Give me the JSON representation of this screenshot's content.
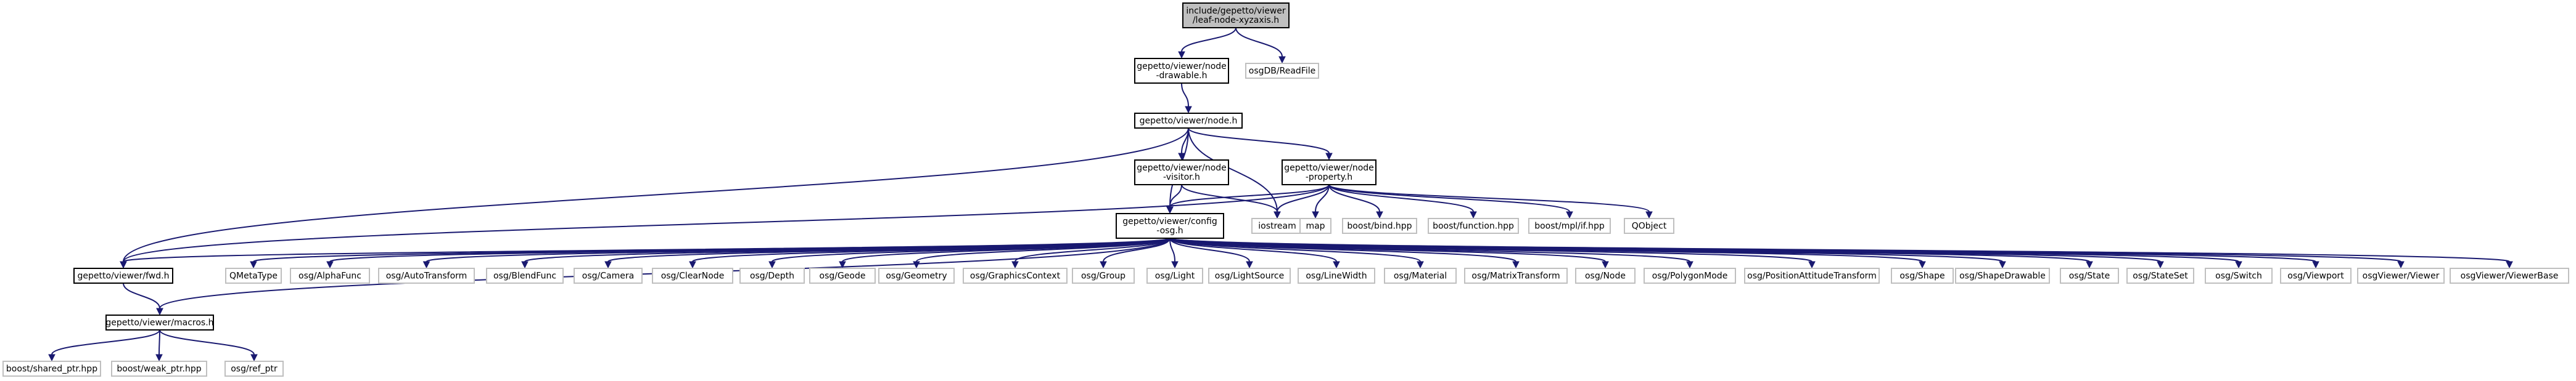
{
  "colors": {
    "edge": "#191970",
    "root_fill": "#bfbfbf",
    "root_stroke": "#000000",
    "doc_stroke": "#000000",
    "external_stroke": "#bfbfbf"
  },
  "nodes": [
    {
      "id": "root",
      "lines": [
        "include/gepetto/viewer",
        "/leaf-node-xyzaxis.h"
      ],
      "kind": "root"
    },
    {
      "id": "drawable",
      "lines": [
        "gepetto/viewer/node",
        "-drawable.h"
      ],
      "kind": "doc"
    },
    {
      "id": "osgdb",
      "lines": [
        "osgDB/ReadFile"
      ],
      "kind": "external"
    },
    {
      "id": "node",
      "lines": [
        "gepetto/viewer/node.h"
      ],
      "kind": "doc"
    },
    {
      "id": "visitor",
      "lines": [
        "gepetto/viewer/node",
        "-visitor.h"
      ],
      "kind": "doc"
    },
    {
      "id": "property",
      "lines": [
        "gepetto/viewer/node",
        "-property.h"
      ],
      "kind": "doc"
    },
    {
      "id": "config",
      "lines": [
        "gepetto/viewer/config",
        "-osg.h"
      ],
      "kind": "doc"
    },
    {
      "id": "iostream",
      "lines": [
        "iostream"
      ],
      "kind": "external"
    },
    {
      "id": "map",
      "lines": [
        "map"
      ],
      "kind": "external"
    },
    {
      "id": "bbind",
      "lines": [
        "boost/bind.hpp"
      ],
      "kind": "external"
    },
    {
      "id": "bfunction",
      "lines": [
        "boost/function.hpp"
      ],
      "kind": "external"
    },
    {
      "id": "bmpl",
      "lines": [
        "boost/mpl/if.hpp"
      ],
      "kind": "external"
    },
    {
      "id": "qobject",
      "lines": [
        "QObject"
      ],
      "kind": "external"
    },
    {
      "id": "fwd",
      "lines": [
        "gepetto/viewer/fwd.h"
      ],
      "kind": "doc"
    },
    {
      "id": "qmeta",
      "lines": [
        "QMetaType"
      ],
      "kind": "external"
    },
    {
      "id": "alpha",
      "lines": [
        "osg/AlphaFunc"
      ],
      "kind": "external"
    },
    {
      "id": "autot",
      "lines": [
        "osg/AutoTransform"
      ],
      "kind": "external"
    },
    {
      "id": "blend",
      "lines": [
        "osg/BlendFunc"
      ],
      "kind": "external"
    },
    {
      "id": "camera",
      "lines": [
        "osg/Camera"
      ],
      "kind": "external"
    },
    {
      "id": "clear",
      "lines": [
        "osg/ClearNode"
      ],
      "kind": "external"
    },
    {
      "id": "depth",
      "lines": [
        "osg/Depth"
      ],
      "kind": "external"
    },
    {
      "id": "geode",
      "lines": [
        "osg/Geode"
      ],
      "kind": "external"
    },
    {
      "id": "geometry",
      "lines": [
        "osg/Geometry"
      ],
      "kind": "external"
    },
    {
      "id": "gctx",
      "lines": [
        "osg/GraphicsContext"
      ],
      "kind": "external"
    },
    {
      "id": "group",
      "lines": [
        "osg/Group"
      ],
      "kind": "external"
    },
    {
      "id": "light",
      "lines": [
        "osg/Light"
      ],
      "kind": "external"
    },
    {
      "id": "lsrc",
      "lines": [
        "osg/LightSource"
      ],
      "kind": "external"
    },
    {
      "id": "lwidth",
      "lines": [
        "osg/LineWidth"
      ],
      "kind": "external"
    },
    {
      "id": "material",
      "lines": [
        "osg/Material"
      ],
      "kind": "external"
    },
    {
      "id": "mtrans",
      "lines": [
        "osg/MatrixTransform"
      ],
      "kind": "external"
    },
    {
      "id": "osgnode",
      "lines": [
        "osg/Node"
      ],
      "kind": "external"
    },
    {
      "id": "polymode",
      "lines": [
        "osg/PolygonMode"
      ],
      "kind": "external"
    },
    {
      "id": "pat",
      "lines": [
        "osg/PositionAttitudeTransform"
      ],
      "kind": "external"
    },
    {
      "id": "shape",
      "lines": [
        "osg/Shape"
      ],
      "kind": "external"
    },
    {
      "id": "shaped",
      "lines": [
        "osg/ShapeDrawable"
      ],
      "kind": "external"
    },
    {
      "id": "state",
      "lines": [
        "osg/State"
      ],
      "kind": "external"
    },
    {
      "id": "stateset",
      "lines": [
        "osg/StateSet"
      ],
      "kind": "external"
    },
    {
      "id": "switch",
      "lines": [
        "osg/Switch"
      ],
      "kind": "external"
    },
    {
      "id": "viewport",
      "lines": [
        "osg/Viewport"
      ],
      "kind": "external"
    },
    {
      "id": "viewer",
      "lines": [
        "osgViewer/Viewer"
      ],
      "kind": "external"
    },
    {
      "id": "vbase",
      "lines": [
        "osgViewer/ViewerBase"
      ],
      "kind": "external"
    },
    {
      "id": "macros",
      "lines": [
        "gepetto/viewer/macros.h"
      ],
      "kind": "doc"
    },
    {
      "id": "bshared",
      "lines": [
        "boost/shared_ptr.hpp"
      ],
      "kind": "external"
    },
    {
      "id": "bweak",
      "lines": [
        "boost/weak_ptr.hpp"
      ],
      "kind": "external"
    },
    {
      "id": "osgref",
      "lines": [
        "osg/ref_ptr"
      ],
      "kind": "external"
    }
  ],
  "edges": [
    [
      "root",
      "drawable"
    ],
    [
      "root",
      "osgdb"
    ],
    [
      "drawable",
      "node"
    ],
    [
      "node",
      "fwd"
    ],
    [
      "node",
      "config"
    ],
    [
      "node",
      "visitor"
    ],
    [
      "node",
      "iostream"
    ],
    [
      "node",
      "property"
    ],
    [
      "visitor",
      "config"
    ],
    [
      "visitor",
      "iostream"
    ],
    [
      "property",
      "fwd"
    ],
    [
      "property",
      "config"
    ],
    [
      "property",
      "iostream"
    ],
    [
      "property",
      "map"
    ],
    [
      "property",
      "bbind"
    ],
    [
      "property",
      "bfunction"
    ],
    [
      "property",
      "bmpl"
    ],
    [
      "property",
      "qobject"
    ],
    [
      "config",
      "fwd"
    ],
    [
      "config",
      "macros"
    ],
    [
      "config",
      "qmeta"
    ],
    [
      "config",
      "alpha"
    ],
    [
      "config",
      "autot"
    ],
    [
      "config",
      "blend"
    ],
    [
      "config",
      "camera"
    ],
    [
      "config",
      "clear"
    ],
    [
      "config",
      "depth"
    ],
    [
      "config",
      "geode"
    ],
    [
      "config",
      "geometry"
    ],
    [
      "config",
      "gctx"
    ],
    [
      "config",
      "group"
    ],
    [
      "config",
      "light"
    ],
    [
      "config",
      "lsrc"
    ],
    [
      "config",
      "lwidth"
    ],
    [
      "config",
      "material"
    ],
    [
      "config",
      "mtrans"
    ],
    [
      "config",
      "osgnode"
    ],
    [
      "config",
      "polymode"
    ],
    [
      "config",
      "pat"
    ],
    [
      "config",
      "shape"
    ],
    [
      "config",
      "shaped"
    ],
    [
      "config",
      "state"
    ],
    [
      "config",
      "stateset"
    ],
    [
      "config",
      "switch"
    ],
    [
      "config",
      "viewport"
    ],
    [
      "config",
      "viewer"
    ],
    [
      "config",
      "vbase"
    ],
    [
      "fwd",
      "macros"
    ],
    [
      "macros",
      "bshared"
    ],
    [
      "macros",
      "bweak"
    ],
    [
      "macros",
      "osgref"
    ]
  ]
}
